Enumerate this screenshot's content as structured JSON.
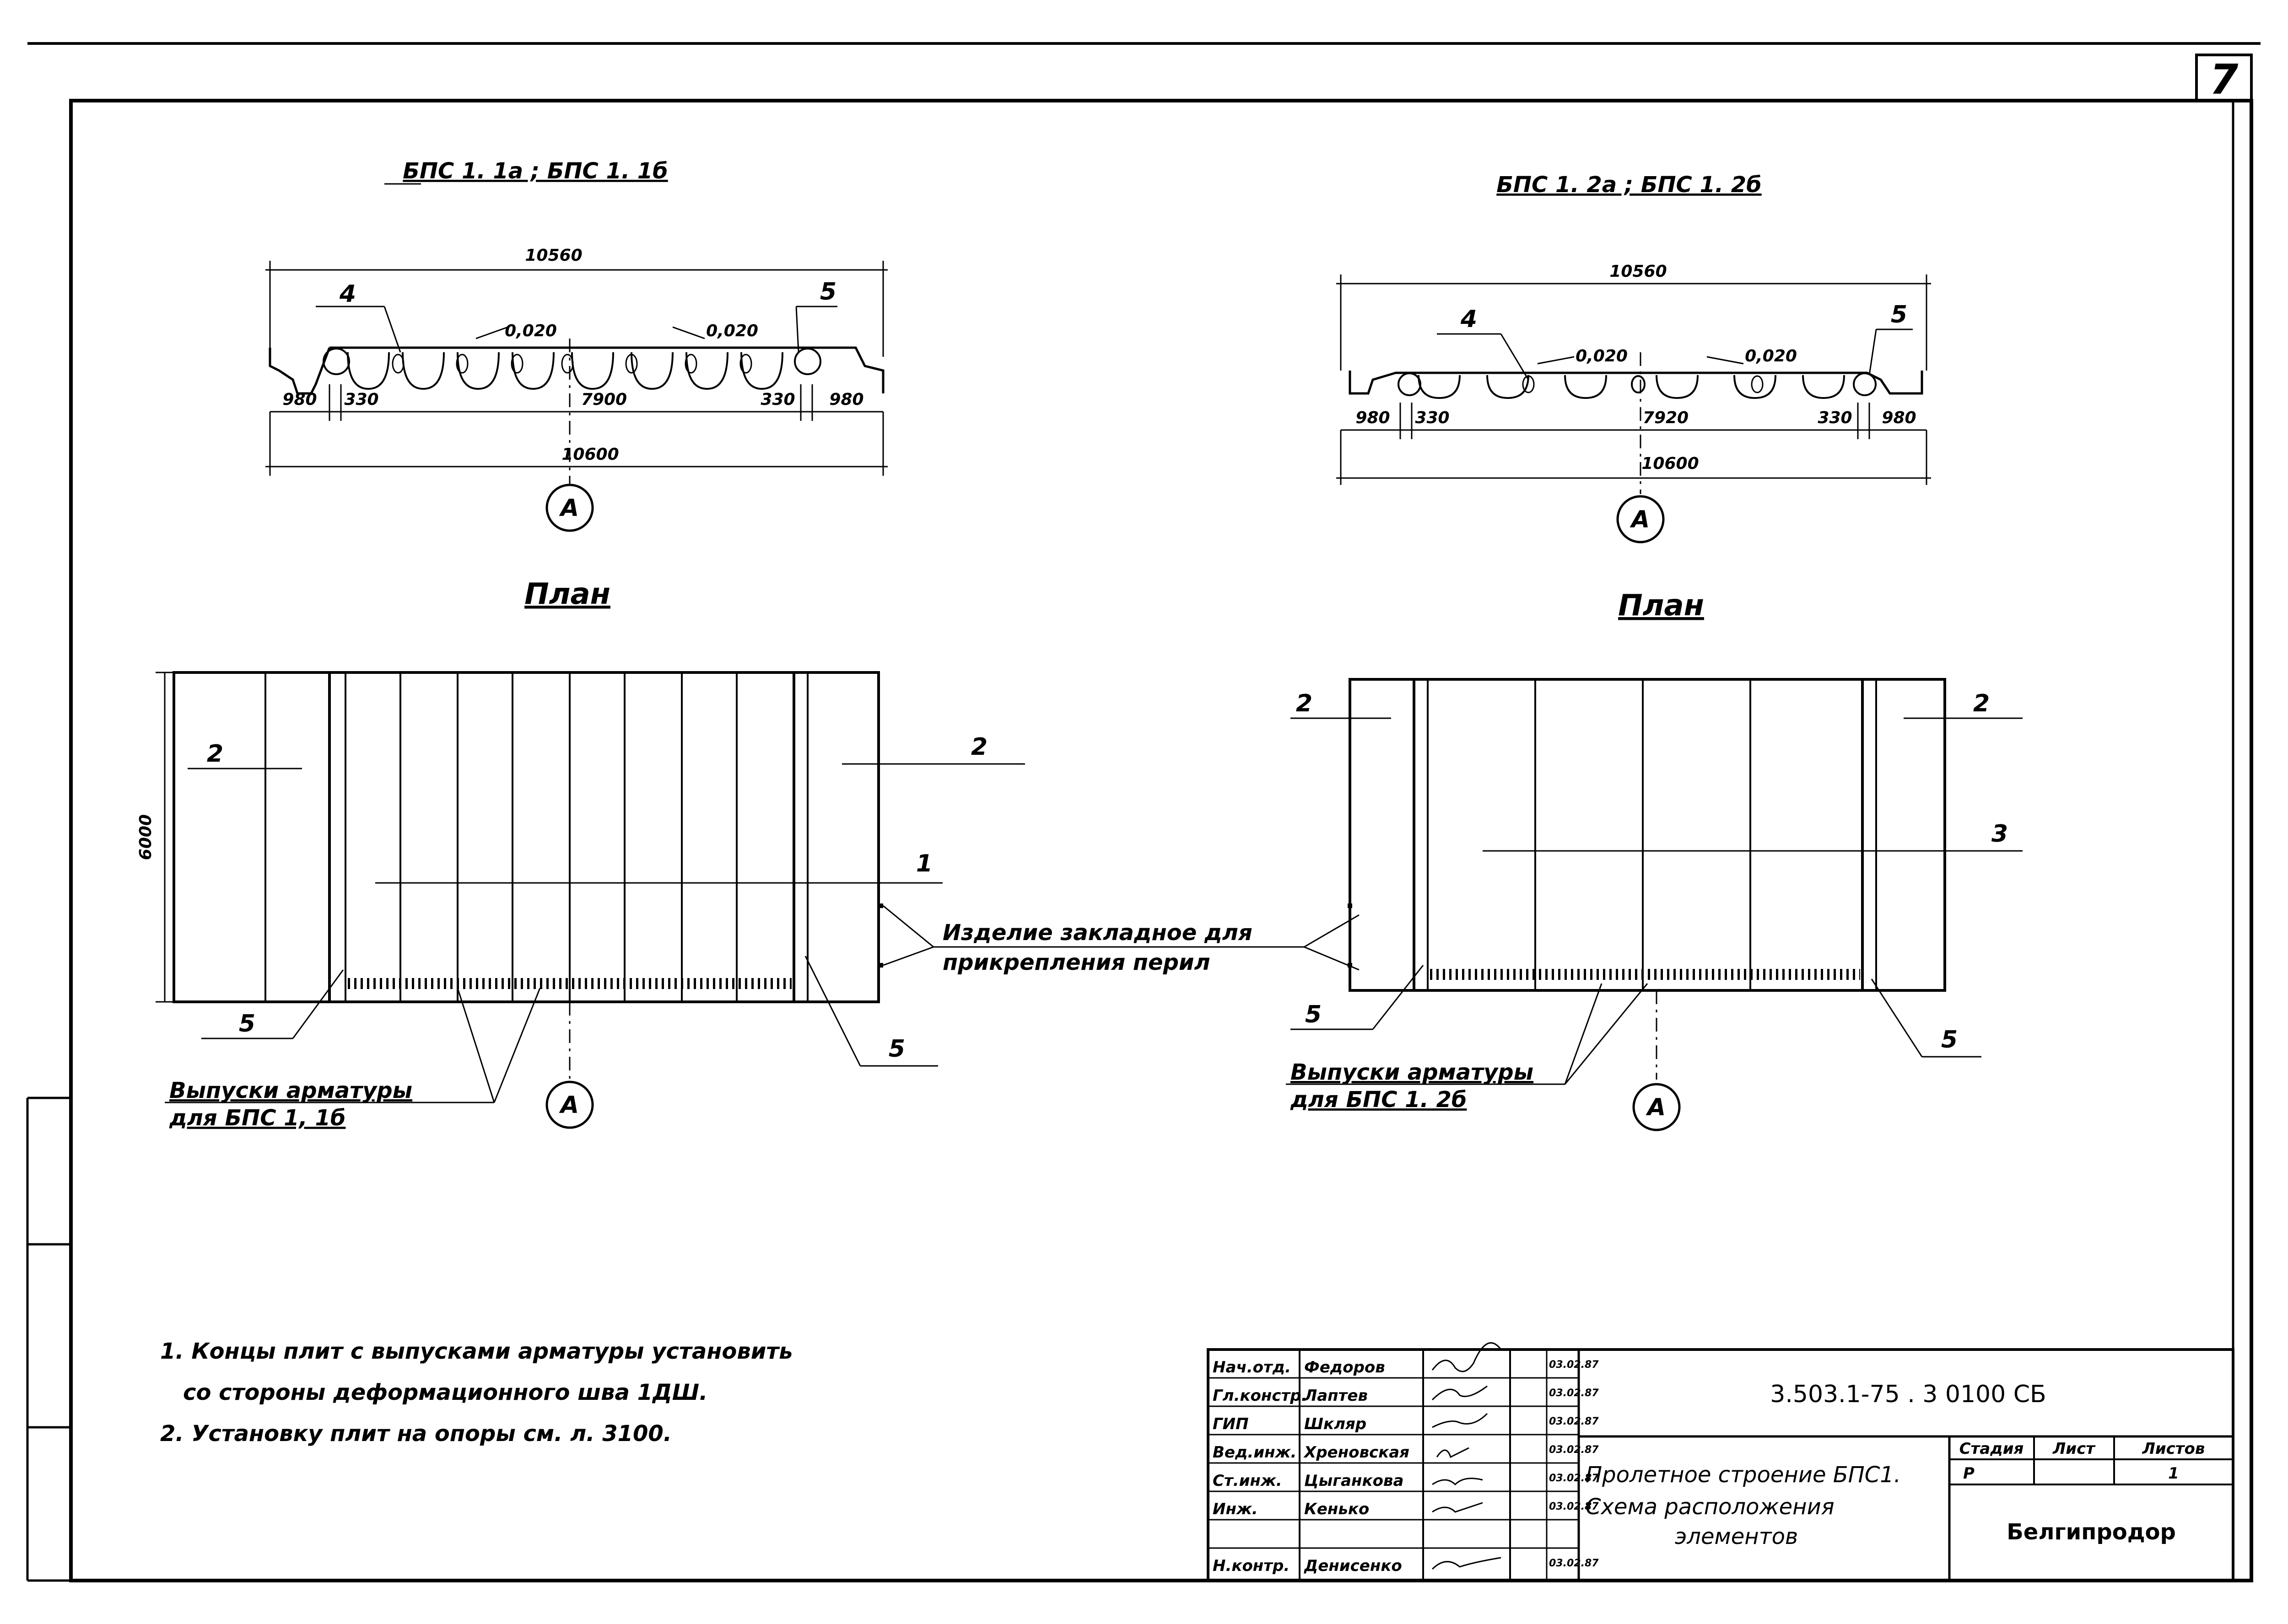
{
  "sheet": {
    "number": "7"
  },
  "left": {
    "title": "БПС 1. 1а ; БПС 1. 1б",
    "dim_overall_top": "10560",
    "slope_left": "0,020",
    "slope_right": "0,020",
    "callout_4": "4",
    "callout_5": "5",
    "dim_980_left": "980",
    "dim_330_left": "330",
    "dim_7900": "7900",
    "dim_330_right": "330",
    "dim_980_right": "980",
    "dim_overall_bottom": "10600",
    "axis": "А",
    "plan_title": "План",
    "dim_6000": "6000",
    "callout_2_left": "2",
    "callout_2_right": "2",
    "callout_1": "1",
    "callout_5_bl": "5",
    "callout_5_br": "5",
    "rebar_note_line1": "Выпуски арматуры",
    "rebar_note_line2": "для БПС 1, 1б",
    "axis_plan": "А"
  },
  "center": {
    "embed_line1": "Изделие закладное для",
    "embed_line2": "прикрепления перил"
  },
  "right": {
    "title": "БПС 1. 2а ; БПС 1. 2б",
    "dim_overall_top": "10560",
    "slope_left": "0,020",
    "slope_right": "0,020",
    "callout_4": "4",
    "callout_5": "5",
    "dim_980_left": "980",
    "dim_330_left": "330",
    "dim_7920": "7920",
    "dim_330_right": "330",
    "dim_980_right": "980",
    "dim_overall_bottom": "10600",
    "axis": "А",
    "plan_title": "План",
    "callout_2_left": "2",
    "callout_2_right": "2",
    "callout_3": "3",
    "callout_5_bl": "5",
    "callout_5_br": "5",
    "rebar_note_line1": "Выпуски арматуры",
    "rebar_note_line2": "для БПС 1. 2б",
    "axis_plan": "А"
  },
  "notes": [
    "1. Концы плит с выпусками арматуры установить",
    "со стороны деформационного шва 1ДШ.",
    "2. Установку плит на опоры см. л. 3100."
  ],
  "title_block": {
    "rows": [
      {
        "role": "Нач.отд.",
        "name": "Федоров",
        "date": "03.02.87"
      },
      {
        "role": "Гл.констр.",
        "name": "Лаптев",
        "date": "03.02.87"
      },
      {
        "role": "ГИП",
        "name": "Шкляр",
        "date": "03.02.87"
      },
      {
        "role": "Вед.инж.",
        "name": "Хреновская",
        "date": "03.02.87"
      },
      {
        "role": "Ст.инж.",
        "name": "Цыганкова",
        "date": "03.02.87"
      },
      {
        "role": "Инж.",
        "name": "Кенько",
        "date": "03.02.87"
      },
      {
        "role": "",
        "name": "",
        "date": ""
      },
      {
        "role": "Н.контр.",
        "name": "Денисенко",
        "date": "03.02.87"
      }
    ],
    "code": "3.503.1-75 . 3 0100 СБ",
    "description_line1": "Пролетное строение БПС1.",
    "description_line2": "Схема расположения",
    "description_line3": "элементов",
    "stage_header": "Стадия",
    "sheet_header": "Лист",
    "sheets_header": "Листов",
    "stage": "Р",
    "sheet": "",
    "sheets": "1",
    "organization": "Белгипродор"
  }
}
